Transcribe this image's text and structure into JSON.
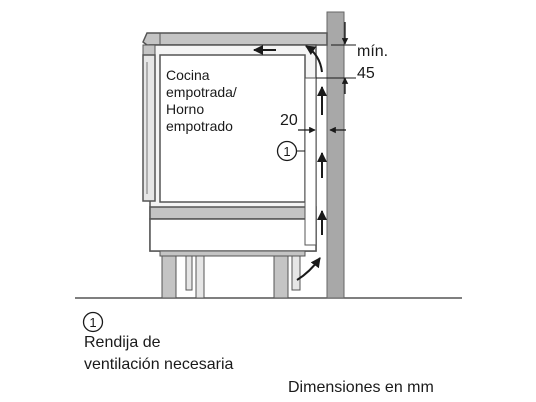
{
  "diagram": {
    "cabinet_label_lines": [
      "Cocina",
      "empotrada/",
      "Horno",
      "empotrado"
    ],
    "gap_value": "20",
    "min_clearance_label": "mín.",
    "min_clearance_value": "45",
    "callout_number": "1",
    "legend": {
      "number": "1",
      "lines": [
        "Rendija de",
        "ventilación necesaria"
      ]
    },
    "units_note": "Dimensiones en mm"
  },
  "colors": {
    "wall_fill": "#a8a8a8",
    "cabinet_stroke": "#555555",
    "body_fill": "#f4f4f4",
    "panel_fill": "#c4c4c4",
    "ink": "#1a1a1a"
  }
}
